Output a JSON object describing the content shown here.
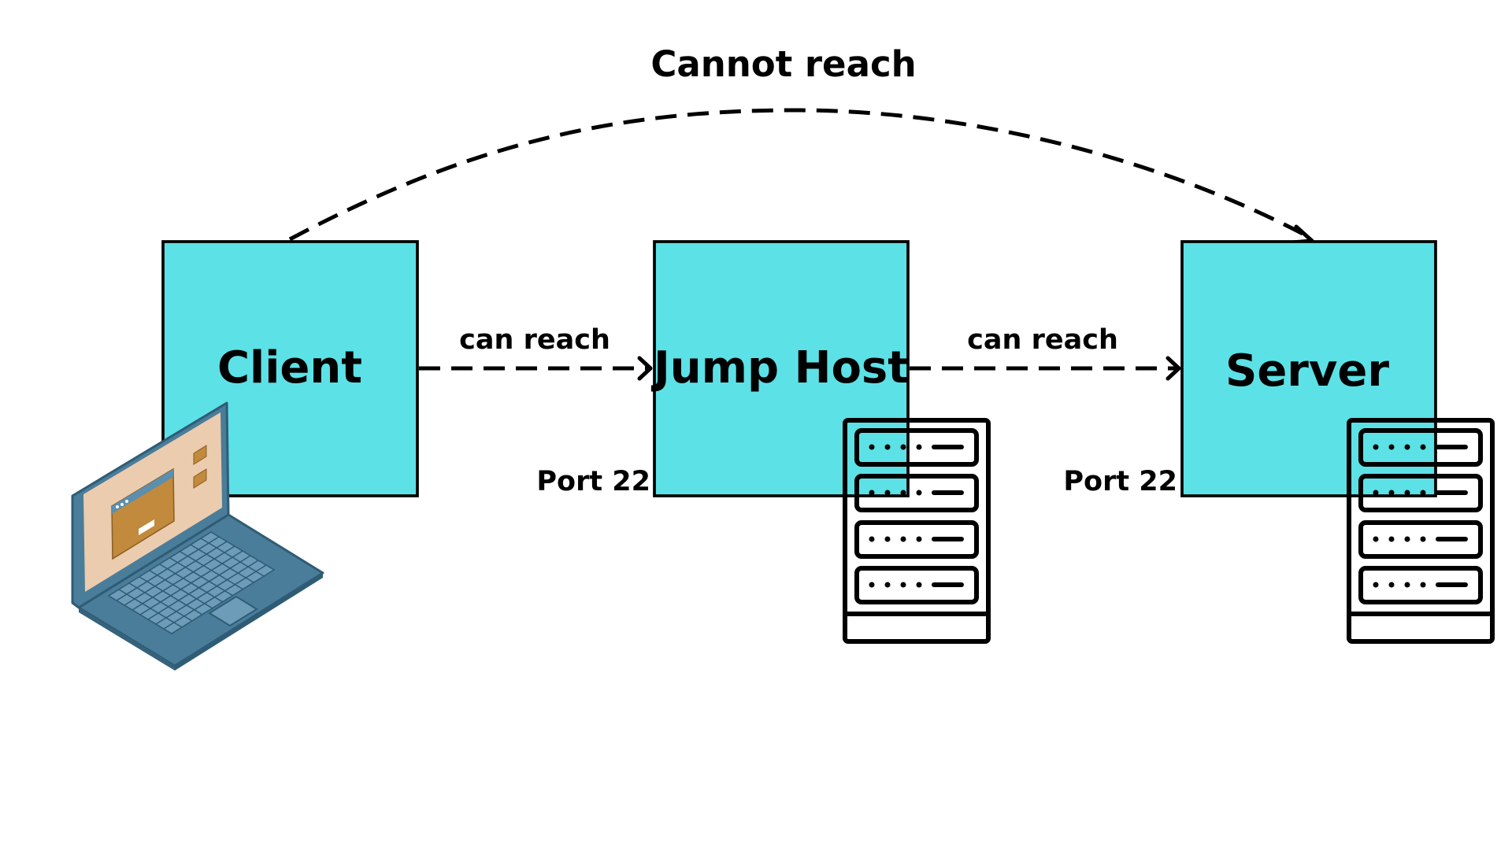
{
  "diagram": {
    "top_edge": {
      "label": "Cannot reach",
      "from": "Client",
      "to": "Server"
    },
    "nodes": [
      {
        "id": "client",
        "label": "Client",
        "icon": "laptop-icon"
      },
      {
        "id": "jump-host",
        "label": "Jump Host",
        "icon": "server-rack-icon",
        "port_label": "Port 22"
      },
      {
        "id": "server",
        "label": "Server",
        "icon": "server-rack-icon",
        "port_label": "Port 22"
      }
    ],
    "edges": [
      {
        "from": "Client",
        "to": "Jump Host",
        "label": "can reach"
      },
      {
        "from": "Jump Host",
        "to": "Server",
        "label": "can reach"
      }
    ]
  },
  "colors": {
    "box_fill": "#5ce1e6",
    "laptop_body": "#4a7d9a",
    "laptop_screen": "#ecccae",
    "window_fill": "#c18a3c"
  }
}
